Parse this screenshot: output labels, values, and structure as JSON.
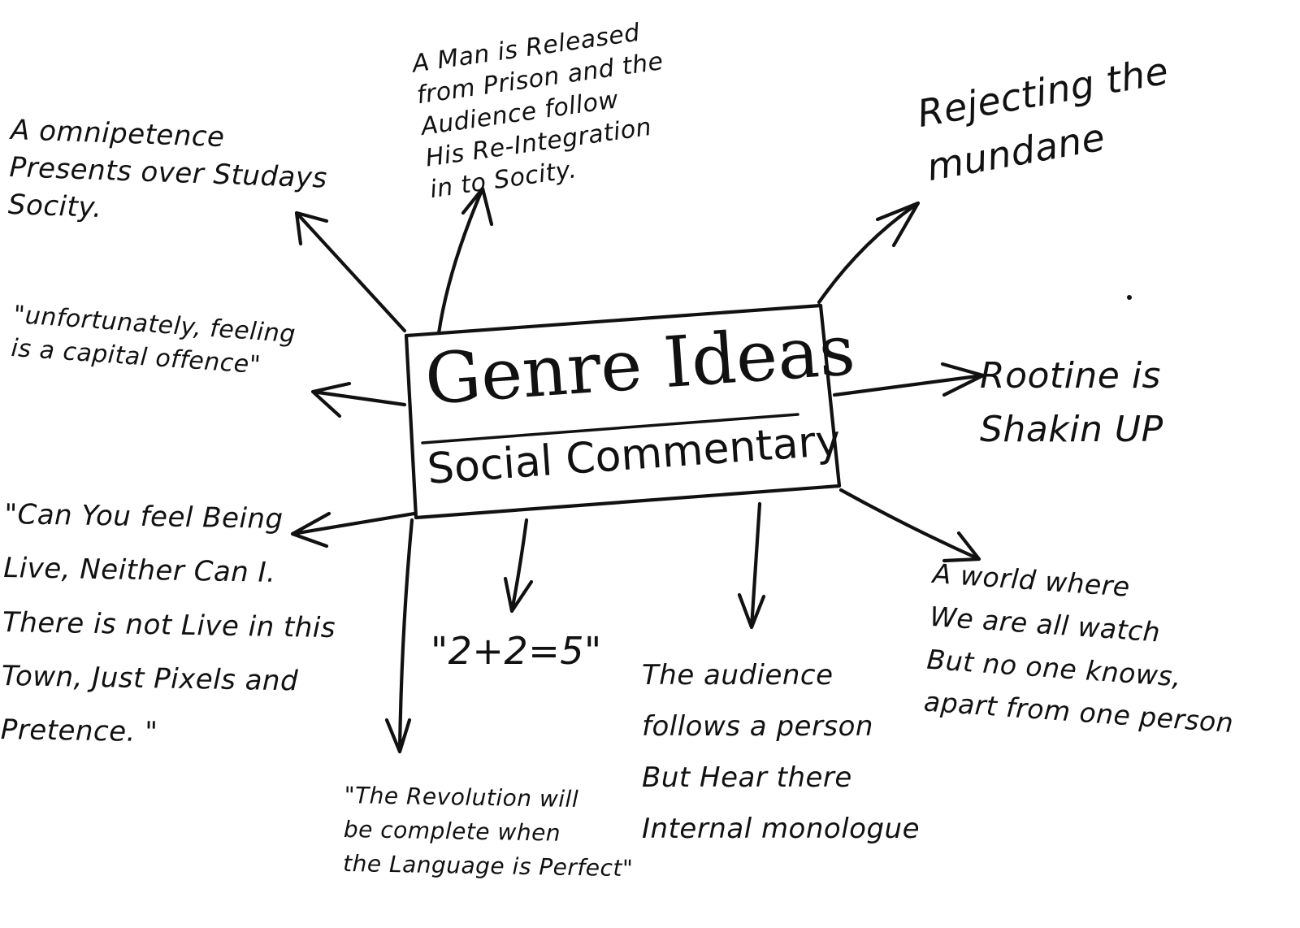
{
  "center": {
    "title": "Genre Ideas",
    "subtitle": "Social Commentary"
  },
  "notes": {
    "omnipotence": "A omnipetence\nPresents over Studays\nSocity.",
    "man_released": "A Man is Released\nfrom Prison and the\nAudience follow\nHis Re-Integration\nin to Socity.",
    "rejection": "Rejecting the\nmundane",
    "unfortunately": "\"unfortunately, feeling\nis a capital offence\"",
    "routine": "Rootine is\nShakin UP",
    "can_you_feel": "\"Can You feel Being\nLive, Neither Can I.\nThere is not Live in this\nTown, Just Pixels and\nPretence. \"",
    "two_plus_two": "\"2+2=5\"",
    "revolution": "\"The Revolution will\nbe complete when\nthe Language is Perfect\"",
    "audience_follows": "The audience\nfollows a person\nBut Hear there\nInternal monologue",
    "world_where": "A world where\nWe are all watch\nBut no one knows,\napart from one person"
  },
  "colors": {
    "ink": "#111111",
    "paper": "#ffffff"
  }
}
